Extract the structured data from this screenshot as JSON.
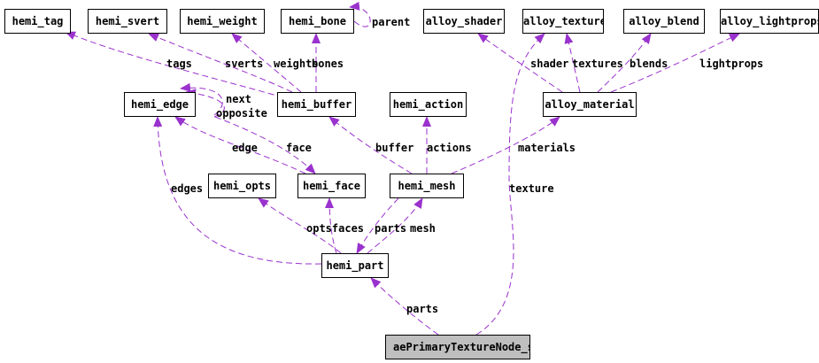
{
  "nodes": {
    "hemi_tag": "hemi_tag",
    "hemi_svert": "hemi_svert",
    "hemi_weight": "hemi_weight",
    "hemi_bone": "hemi_bone",
    "alloy_shader": "alloy_shader",
    "alloy_texture": "alloy_texture",
    "alloy_blend": "alloy_blend",
    "alloy_lightprops": "alloy_lightprops",
    "hemi_edge": "hemi_edge",
    "hemi_buffer": "hemi_buffer",
    "hemi_action": "hemi_action",
    "alloy_material": "alloy_material",
    "hemi_opts": "hemi_opts",
    "hemi_face": "hemi_face",
    "hemi_mesh": "hemi_mesh",
    "hemi_part": "hemi_part",
    "root": "aePrimaryTextureNode_s"
  },
  "edge_labels": {
    "parent": "parent",
    "tags": "tags",
    "sverts": "sverts",
    "weights": "weights",
    "bones": "bones",
    "shader": "shader",
    "textures": "textures",
    "blends": "blends",
    "lightprops": "lightprops",
    "next": "next",
    "opposite": "opposite",
    "edge": "edge",
    "face": "face",
    "buffer": "buffer",
    "actions": "actions",
    "materials": "materials",
    "edges": "edges",
    "texture": "texture",
    "optsfaces": "optsfaces",
    "parts_mesh": "parts",
    "mesh": "mesh",
    "parts_root": "parts"
  },
  "colors": {
    "edge": "#9a32cd",
    "border": "#000000",
    "root_fill": "#bfbfbf"
  }
}
